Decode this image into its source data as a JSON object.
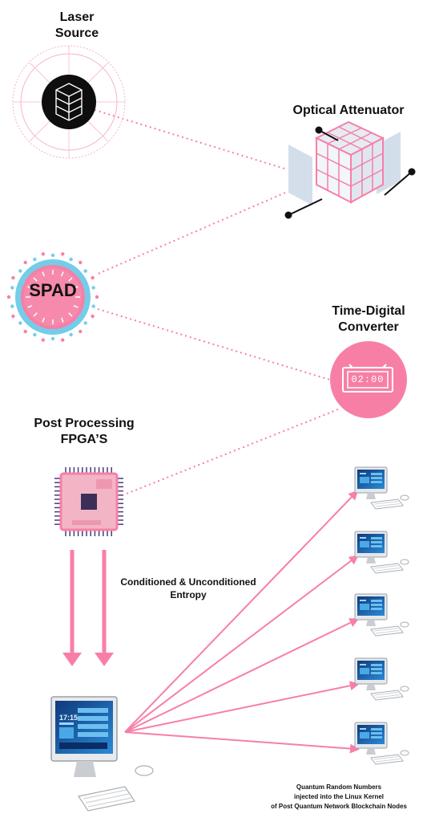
{
  "labels": {
    "laser_source": [
      "Laser",
      "Source"
    ],
    "optical_attenuator": "Optical Attenuator",
    "spad": "SPAD",
    "time_digital_converter": [
      "Time-Digital",
      "Converter"
    ],
    "clock_display": "02:00",
    "post_processing": [
      "Post Processing",
      "FPGA’S"
    ],
    "entropy": [
      "Conditioned & Unconditioned",
      "Entropy"
    ],
    "quantum_numbers": [
      "Quantum Random Numbers",
      "injected into the Linux Kernel",
      "of Post Quantum Network Blockchain Nodes"
    ],
    "main_screen_time": "17:15"
  },
  "colors": {
    "pink": "#f77fa6",
    "pink_light": "#fbb3c9",
    "blue": "#74cde8",
    "dark": "#111111",
    "monitor_blue": "#1d64b0"
  },
  "icons": {
    "laser": "cube-logo-icon",
    "attenuator": "isometric-cube-icon",
    "spad": "sun-burst-icon",
    "converter": "digital-clock-icon",
    "fpga": "chip-icon",
    "computer": "desktop-computer-icon"
  }
}
